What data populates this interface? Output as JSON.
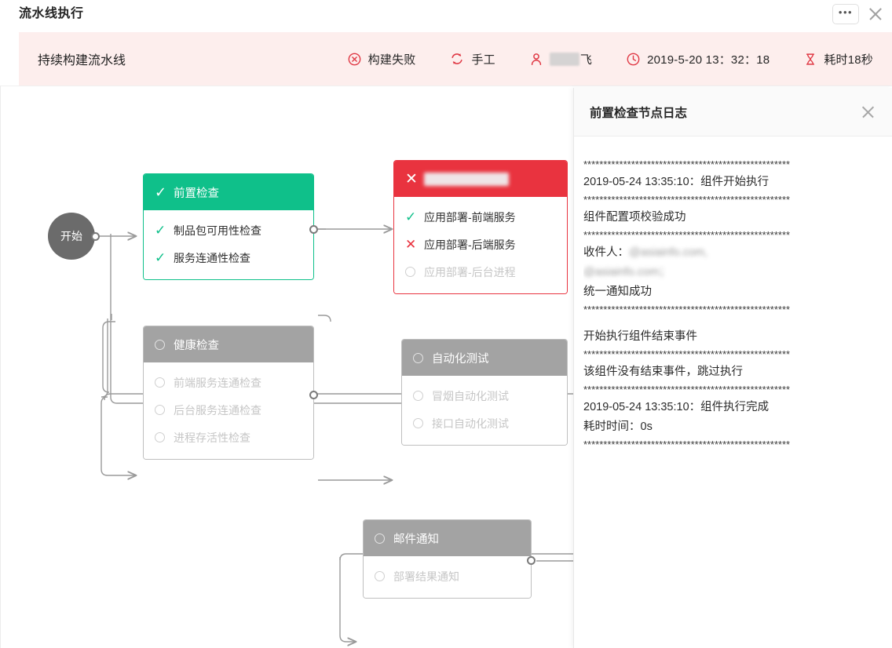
{
  "window": {
    "title": "流水线执行",
    "more_button": "•••",
    "more_icon": "ellipsis-icon",
    "close_icon": "close-icon"
  },
  "summary": {
    "pipeline_name": "持续构建流水线",
    "items": [
      {
        "icon": "error-circle-icon",
        "label": "构建失败"
      },
      {
        "icon": "refresh-icon",
        "label": "手工"
      },
      {
        "icon": "user-icon",
        "label": "飞",
        "redacted": true
      },
      {
        "icon": "clock-icon",
        "label": "2019-5-20 13：32：18"
      },
      {
        "icon": "hourglass-icon",
        "label": "耗时18秒"
      }
    ],
    "bg_color": "#fdeeed",
    "accent_color": "#e03a46"
  },
  "canvas": {
    "start_node": {
      "label": "开始"
    },
    "colors": {
      "success": "#0fc08a",
      "failed": "#e9333f",
      "pending": "#a3a3a3"
    },
    "cards": [
      {
        "id": "pre-check",
        "title": "前置检查",
        "status": "success",
        "head_icon": "check-icon",
        "rows": [
          {
            "label": "制品包可用性检查",
            "icon": "check-icon",
            "status": "success"
          },
          {
            "label": "服务连通性检查",
            "icon": "check-icon",
            "status": "success"
          }
        ]
      },
      {
        "id": "deploy",
        "title": "",
        "title_redacted": true,
        "status": "failed",
        "head_icon": "close-icon",
        "rows": [
          {
            "label": "应用部署-前端服务",
            "icon": "check-icon",
            "status": "success"
          },
          {
            "label": "应用部署-后端服务",
            "icon": "close-icon",
            "status": "failed"
          },
          {
            "label": "应用部署-后台进程",
            "icon": "circle-icon",
            "status": "pending"
          }
        ]
      },
      {
        "id": "health-check",
        "title": "健康检查",
        "status": "pending",
        "head_icon": "circle-icon",
        "rows": [
          {
            "label": "前端服务连通检查",
            "icon": "circle-icon",
            "status": "pending"
          },
          {
            "label": "后台服务连通检查",
            "icon": "circle-icon",
            "status": "pending"
          },
          {
            "label": "进程存活性检查",
            "icon": "circle-icon",
            "status": "pending"
          }
        ]
      },
      {
        "id": "auto-test",
        "title": "自动化测试",
        "status": "pending",
        "head_icon": "circle-icon",
        "rows": [
          {
            "label": "冒烟自动化测试",
            "icon": "circle-icon",
            "status": "pending"
          },
          {
            "label": "接口自动化测试",
            "icon": "circle-icon",
            "status": "pending"
          }
        ]
      },
      {
        "id": "mail-notify",
        "title": "邮件通知",
        "status": "pending",
        "head_icon": "circle-icon",
        "rows": [
          {
            "label": "部署结果通知",
            "icon": "circle-icon",
            "status": "pending"
          }
        ]
      }
    ]
  },
  "log_panel": {
    "title": "前置检查节点日志",
    "close_icon": "close-icon",
    "lines": [
      {
        "type": "sep",
        "text": "****************************************************"
      },
      {
        "type": "text",
        "text": "2019-05-24 13:35:10：组件开始执行"
      },
      {
        "type": "sep",
        "text": "****************************************************"
      },
      {
        "type": "text",
        "text": "组件配置项校验成功"
      },
      {
        "type": "sep",
        "text": "****************************************************"
      },
      {
        "type": "redacted",
        "prefix": "收件人：",
        "text": "@asiainfo.com,"
      },
      {
        "type": "redacted",
        "prefix": "",
        "text": "@asiainfo.com；"
      },
      {
        "type": "text",
        "text": "统一通知成功"
      },
      {
        "type": "sep",
        "text": "****************************************************"
      },
      {
        "type": "gap",
        "text": ""
      },
      {
        "type": "text",
        "text": "开始执行组件结束事件"
      },
      {
        "type": "sep",
        "text": "****************************************************"
      },
      {
        "type": "text",
        "text": "该组件没有结束事件，跳过执行"
      },
      {
        "type": "sep",
        "text": "****************************************************"
      },
      {
        "type": "text",
        "text": "2019-05-24 13:35:10：组件执行完成"
      },
      {
        "type": "text",
        "text": "耗时时间：0s"
      },
      {
        "type": "sep",
        "text": "****************************************************"
      }
    ]
  }
}
